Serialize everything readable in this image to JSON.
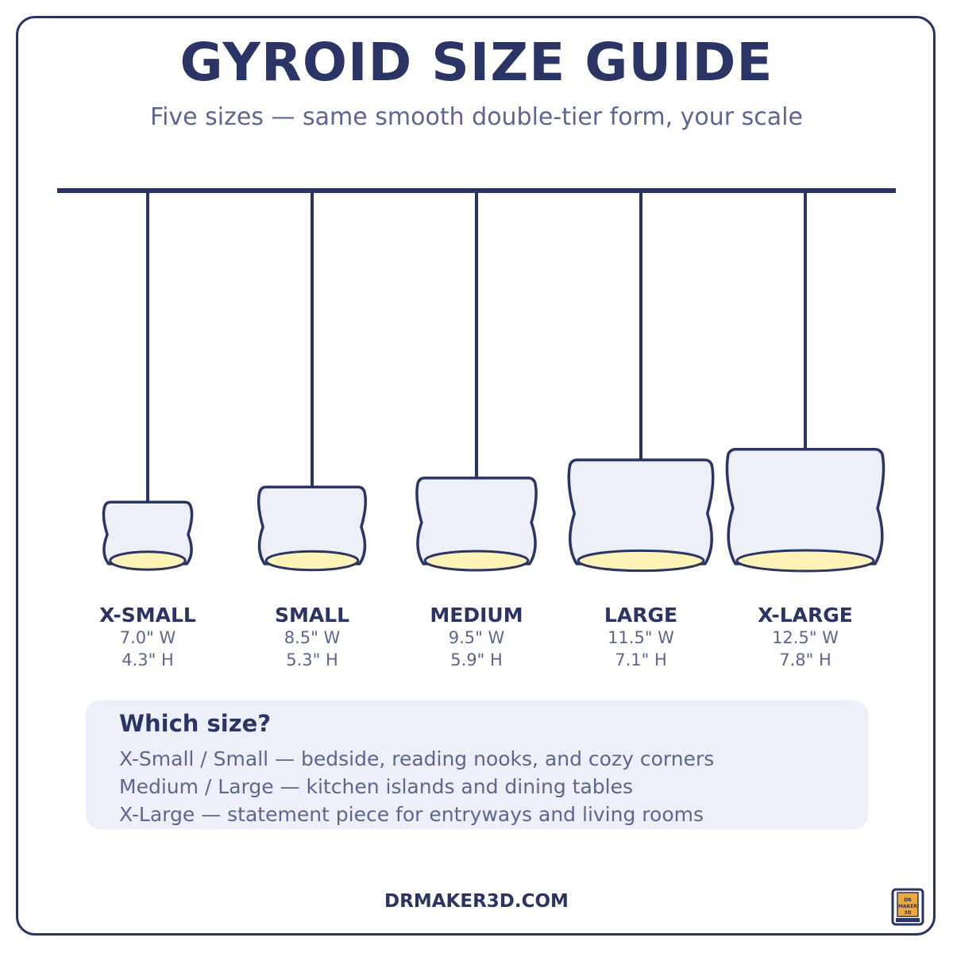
{
  "title": "GYROID SIZE GUIDE",
  "subtitle": "Five sizes — same smooth double-tier form, your scale",
  "colors": {
    "navy": "#2a3566",
    "muted": "#5b6691",
    "shade_fill": "#edf0f8",
    "glow": "#fdf3b7",
    "panel": "#edf0f8"
  },
  "sizes": [
    {
      "name": "X-SMALL",
      "width": "7.0\" W",
      "height": "4.3\" H",
      "width_in": 7.0,
      "height_in": 4.3
    },
    {
      "name": "SMALL",
      "width": "8.5\" W",
      "height": "5.3\" H",
      "width_in": 8.5,
      "height_in": 5.3
    },
    {
      "name": "MEDIUM",
      "width": "9.5\" W",
      "height": "5.9\" H",
      "width_in": 9.5,
      "height_in": 5.9
    },
    {
      "name": "LARGE",
      "width": "11.5\" W",
      "height": "7.1\" H",
      "width_in": 11.5,
      "height_in": 7.1
    },
    {
      "name": "X-LARGE",
      "width": "12.5\" W",
      "height": "7.8\" H",
      "width_in": 12.5,
      "height_in": 7.8
    }
  ],
  "guide": {
    "title": "Which size?",
    "lines": [
      "X-Small / Small — bedside, reading nooks, and cozy corners",
      "Medium / Large — kitchen islands and dining tables",
      "X-Large — statement piece for entryways and living rooms"
    ]
  },
  "footer": "DRMAKER3D.COM",
  "logo_text": "DR MAKER 3D"
}
